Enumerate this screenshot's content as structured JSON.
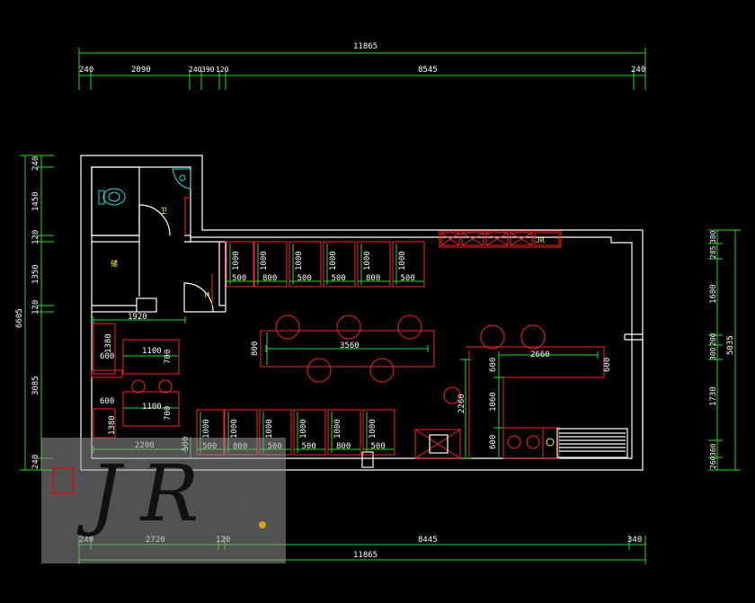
{
  "dims": {
    "top_overall": "11865",
    "top_chain": [
      "240",
      "2090",
      "240",
      "390",
      "120",
      "8545",
      "240"
    ],
    "bottom_chain": [
      "240",
      "2720",
      "120",
      "8445",
      "340"
    ],
    "bottom_overall": "11865",
    "left_overall": "6605",
    "left_chain": [
      "240",
      "1450",
      "120",
      "1350",
      "120",
      "3085",
      "240"
    ],
    "right_overall": "5035",
    "right_chain": [
      "380",
      "285",
      "1600",
      "200",
      "300",
      "1730",
      "360",
      "260"
    ]
  },
  "room_labels": [
    "卫生间",
    "储藏"
  ],
  "booths_top": [
    {
      "h": "1000",
      "w": "500"
    },
    {
      "h": "1000",
      "w": "800"
    },
    {
      "h": "1000",
      "w": "500"
    },
    {
      "h": "1000",
      "w": "500"
    },
    {
      "h": "1000",
      "w": "800"
    },
    {
      "h": "1000",
      "w": "500"
    }
  ],
  "booths_bottom": [
    {
      "h": "1000",
      "w": "500"
    },
    {
      "h": "1000",
      "w": "800"
    },
    {
      "h": "1000",
      "w": "500"
    },
    {
      "h": "1000",
      "w": "500"
    },
    {
      "h": "1000",
      "w": "800"
    },
    {
      "h": "1000",
      "w": "500"
    }
  ],
  "misc": {
    "d1920": "1920",
    "d1380a": "1380",
    "d600a": "600",
    "d1100a": "1100",
    "d700a": "700",
    "d600b": "600",
    "d1100b": "1100",
    "d700b": "700",
    "d1380b": "1380",
    "d2200": "2200",
    "d500": "500",
    "table_len": "3560",
    "table_depth": "800",
    "bar_len": "2660",
    "bar_600a": "600",
    "bar_600b": "600",
    "bar_1060": "1060",
    "bar_600c": "600",
    "d2260": "2260"
  },
  "watermark": {
    "text": "JR"
  },
  "colors": {
    "dimension": "#22dd22",
    "wall": "#ffffff",
    "furniture": "#ff2222",
    "fixture": "#22dddd",
    "label": "#ffff33"
  }
}
